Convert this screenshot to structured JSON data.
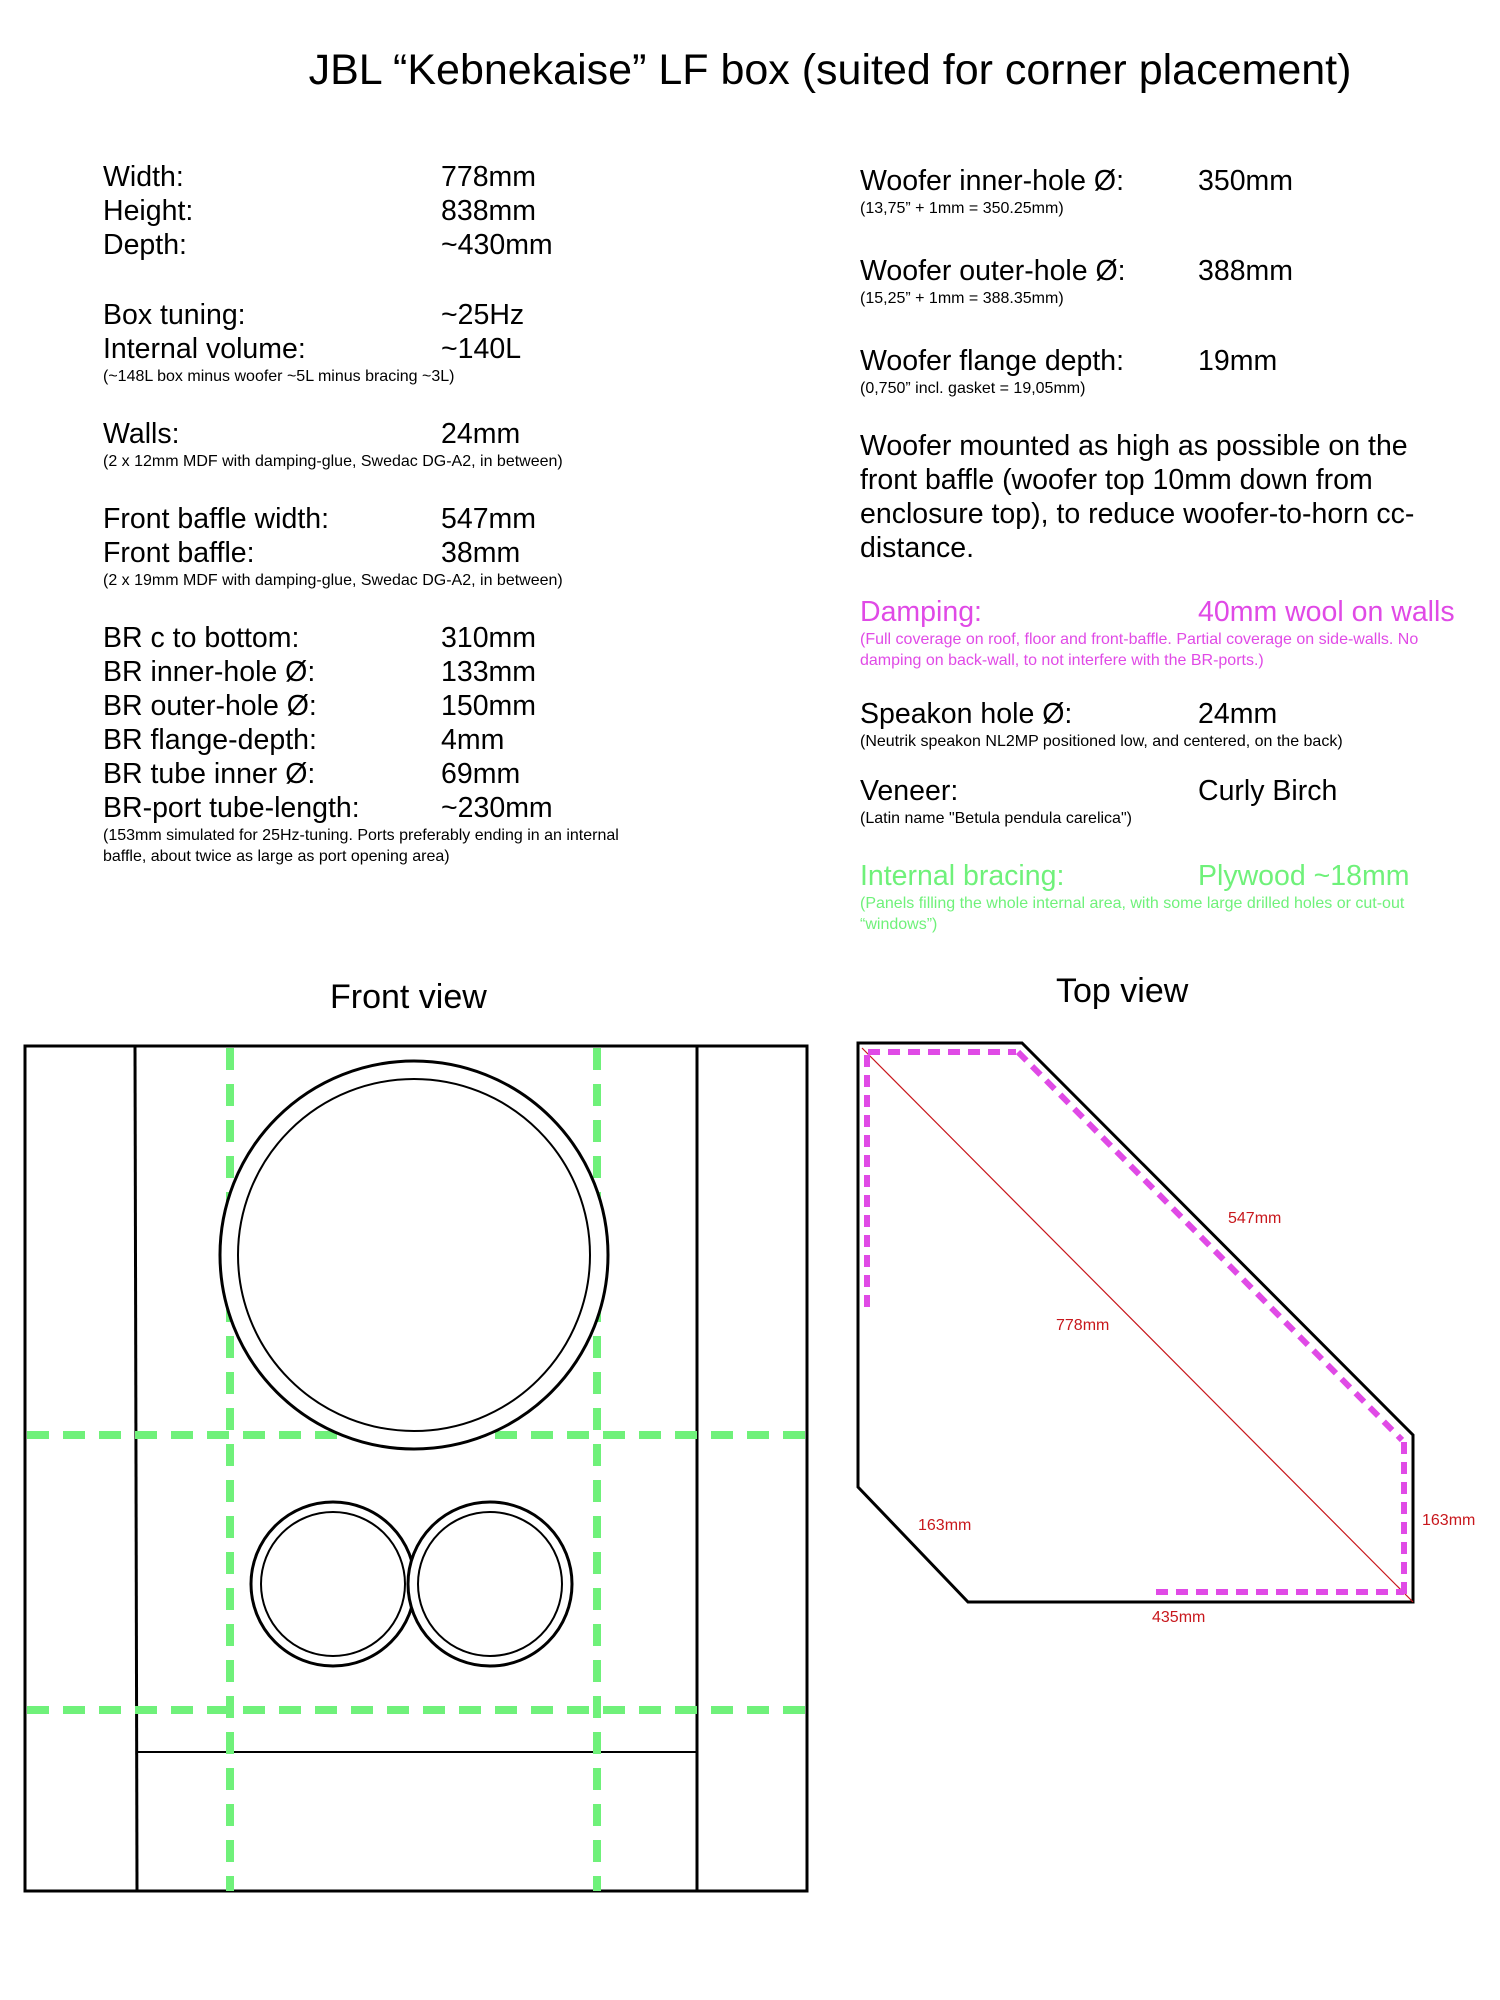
{
  "title": "JBL “Kebnekaise” LF box (suited for corner placement)",
  "left_specs": {
    "width": {
      "label": "Width:",
      "value": "778mm"
    },
    "height": {
      "label": "Height:",
      "value": "838mm"
    },
    "depth": {
      "label": "Depth:",
      "value": "~430mm"
    },
    "box_tuning": {
      "label": "Box tuning:",
      "value": "~25Hz"
    },
    "internal_volume": {
      "label": "Internal volume:",
      "value": "~140L",
      "note": "(~148L box minus woofer ~5L minus bracing ~3L)"
    },
    "walls": {
      "label": "Walls:",
      "value": "24mm",
      "note": "(2 x 12mm MDF with damping-glue, Swedac DG-A2, in between)"
    },
    "front_baffle_width": {
      "label": "Front baffle width:",
      "value": "547mm"
    },
    "front_baffle": {
      "label": "Front baffle:",
      "value": "38mm",
      "note": "(2 x 19mm MDF with damping-glue, Swedac DG-A2, in between)"
    },
    "br_c_bottom": {
      "label": "BR c to bottom:",
      "value": "310mm"
    },
    "br_inner_hole": {
      "label": "BR inner-hole Ø:",
      "value": "133mm"
    },
    "br_outer_hole": {
      "label": "BR outer-hole Ø:",
      "value": "150mm"
    },
    "br_flange_depth": {
      "label": "BR flange-depth:",
      "value": "4mm"
    },
    "br_tube_inner": {
      "label": "BR tube inner Ø:",
      "value": "69mm"
    },
    "br_port_length": {
      "label": "BR-port tube-length:",
      "value": "~230mm",
      "note1": "(153mm simulated for 25Hz-tuning. Ports preferably ending in an internal",
      "note2": "baffle, about twice as large as port opening area)"
    }
  },
  "right_specs": {
    "woofer_inner": {
      "label": "Woofer inner-hole Ø:",
      "value": "350mm",
      "note": "(13,75” + 1mm = 350.25mm)"
    },
    "woofer_outer": {
      "label": "Woofer outer-hole Ø:",
      "value": "388mm",
      "note": "(15,25” + 1mm = 388.35mm)"
    },
    "woofer_flange": {
      "label": "Woofer flange depth:",
      "value": "19mm",
      "note": "(0,750” incl. gasket = 19,05mm)"
    },
    "mount_text_1": "Woofer mounted as high as possible on the",
    "mount_text_2": "front baffle (woofer top 10mm down from",
    "mount_text_3": "enclosure top), to reduce woofer-to-horn cc-",
    "mount_text_4": "distance.",
    "damping": {
      "label": "Damping:",
      "value": "40mm wool on walls",
      "note1": "(Full coverage on roof, floor and front-baffle. Partial coverage on side-walls. No",
      "note2": "damping on back-wall, to not interfere with the BR-ports.)"
    },
    "speakon": {
      "label": "Speakon hole Ø:",
      "value": "24mm",
      "note": "(Neutrik speakon NL2MP positioned low, and centered, on the back)"
    },
    "veneer": {
      "label": "Veneer:",
      "value": "Curly Birch",
      "note": "(Latin name \"Betula pendula carelica\")"
    },
    "bracing": {
      "label": "Internal bracing:",
      "value": "Plywood ~18mm",
      "note1": "(Panels filling the whole internal area, with some large drilled holes or cut-out",
      "note2": "“windows”)"
    }
  },
  "front_view": {
    "title": "Front view"
  },
  "top_view": {
    "title": "Top view",
    "dim_547": "547mm",
    "dim_778": "778mm",
    "dim_163_left": "163mm",
    "dim_163_right": "163mm",
    "dim_435": "435mm"
  },
  "colors": {
    "damping": "#e04ae6",
    "bracing": "#6ff17a",
    "dimension": "#c8171c"
  }
}
